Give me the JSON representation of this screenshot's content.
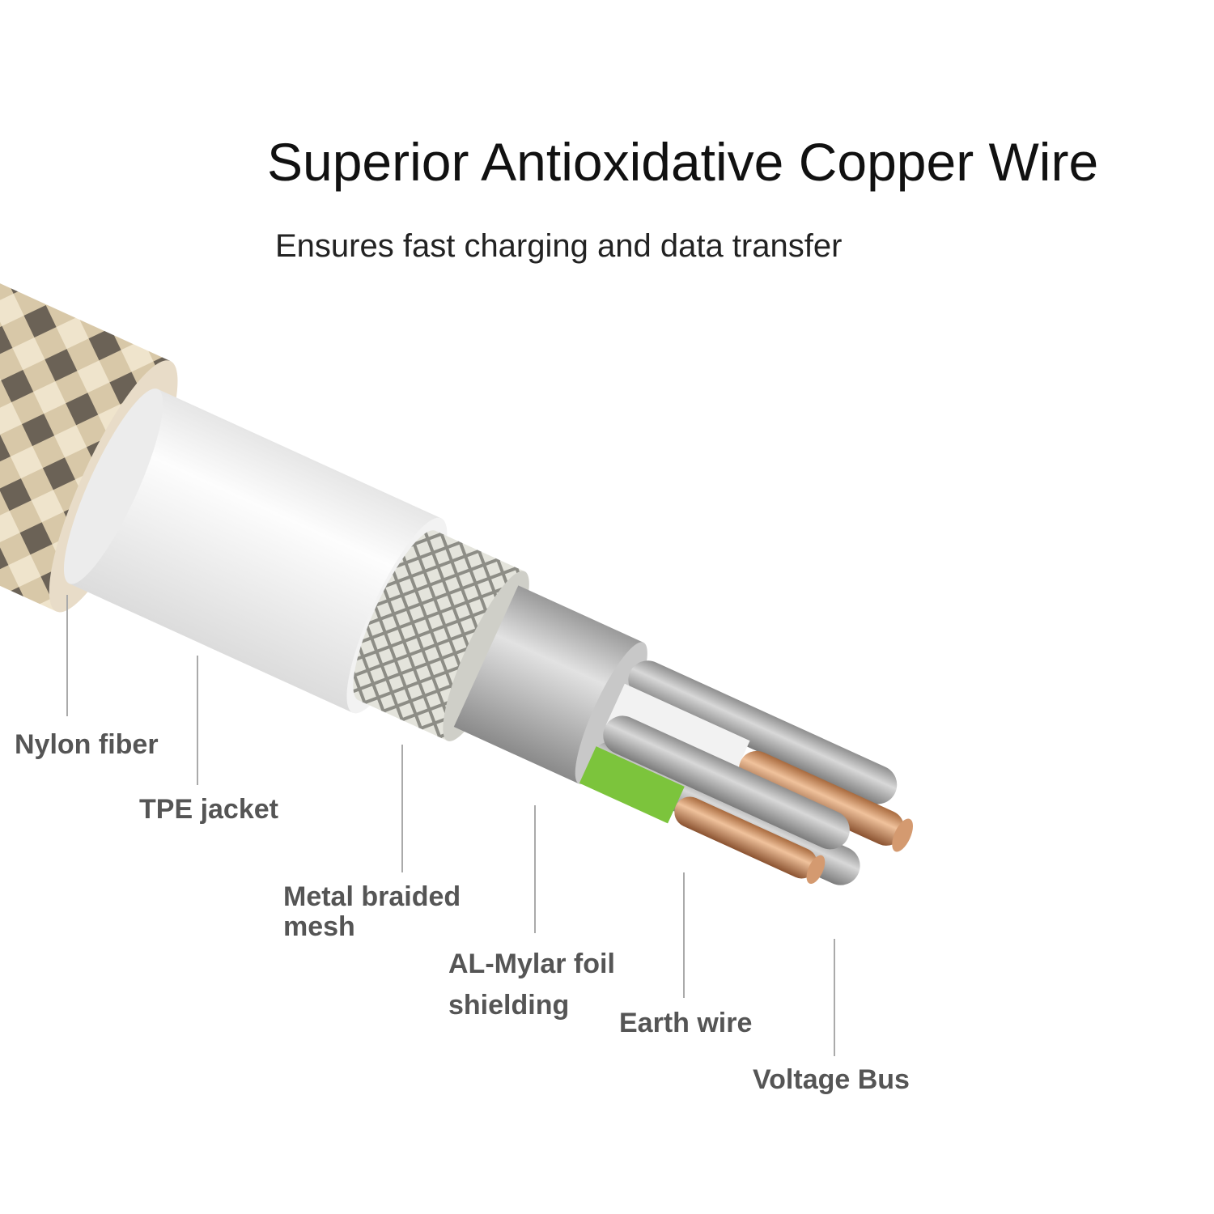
{
  "header": {
    "title": "Superior Antioxidative Copper Wire",
    "subtitle": "Ensures fast charging and data transfer"
  },
  "labels": [
    {
      "id": "nylon",
      "text": "Nylon fiber"
    },
    {
      "id": "tpe",
      "text": "TPE jacket"
    },
    {
      "id": "mesh",
      "text": "Metal braided mesh",
      "line1": "Metal braided",
      "line2": "mesh"
    },
    {
      "id": "foil",
      "text": "AL-Mylar foil shielding",
      "line1": "AL-Mylar foil",
      "line2": "shielding"
    },
    {
      "id": "earth",
      "text": "Earth wire"
    },
    {
      "id": "vbus",
      "text": "Voltage Bus"
    }
  ],
  "colors": {
    "nylon": "#c9b79a",
    "jacket": "#f4f4f4",
    "mesh": "#b8b8b0",
    "foil": "#b5b5b5",
    "copper": "#c8865a",
    "earth_insulation": "#7cc43c",
    "leader": "#aaaaaa"
  }
}
